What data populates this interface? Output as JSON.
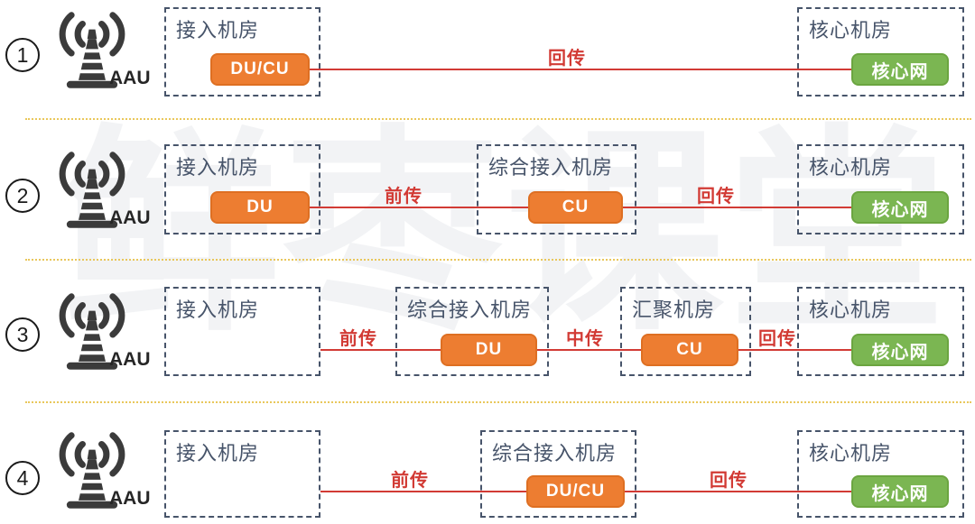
{
  "watermark": "鲜枣课堂",
  "colors": {
    "unit_orange": "#ED7D31",
    "unit_orange_border": "#DE6F22",
    "core_green": "#7BB652",
    "core_green_border": "#6BA540",
    "room_border": "#47546A",
    "link_red": "#D23B35",
    "separator_yellow": "#E9C75B",
    "watermark_gray": "#B3B9C3"
  },
  "rows": [
    {
      "number": "1",
      "aau_label": "AAU",
      "rooms": [
        {
          "label": "接入机房",
          "unit": "DU/CU"
        },
        {
          "label": "核心机房",
          "unit": "核心网"
        }
      ],
      "links": [
        {
          "label": "回传"
        }
      ]
    },
    {
      "number": "2",
      "aau_label": "AAU",
      "rooms": [
        {
          "label": "接入机房",
          "unit": "DU"
        },
        {
          "label": "综合接入机房",
          "unit": "CU"
        },
        {
          "label": "核心机房",
          "unit": "核心网"
        }
      ],
      "links": [
        {
          "label": "前传"
        },
        {
          "label": "回传"
        }
      ]
    },
    {
      "number": "3",
      "aau_label": "AAU",
      "rooms": [
        {
          "label": "接入机房",
          "unit": null
        },
        {
          "label": "综合接入机房",
          "unit": "DU"
        },
        {
          "label": "汇聚机房",
          "unit": "CU"
        },
        {
          "label": "核心机房",
          "unit": "核心网"
        }
      ],
      "links": [
        {
          "label": "前传"
        },
        {
          "label": "中传"
        },
        {
          "label": "回传"
        }
      ]
    },
    {
      "number": "4",
      "aau_label": "AAU",
      "rooms": [
        {
          "label": "接入机房",
          "unit": null
        },
        {
          "label": "综合接入机房",
          "unit": "DU/CU"
        },
        {
          "label": "核心机房",
          "unit": "核心网"
        }
      ],
      "links": [
        {
          "label": "前传"
        },
        {
          "label": "回传"
        }
      ]
    }
  ]
}
